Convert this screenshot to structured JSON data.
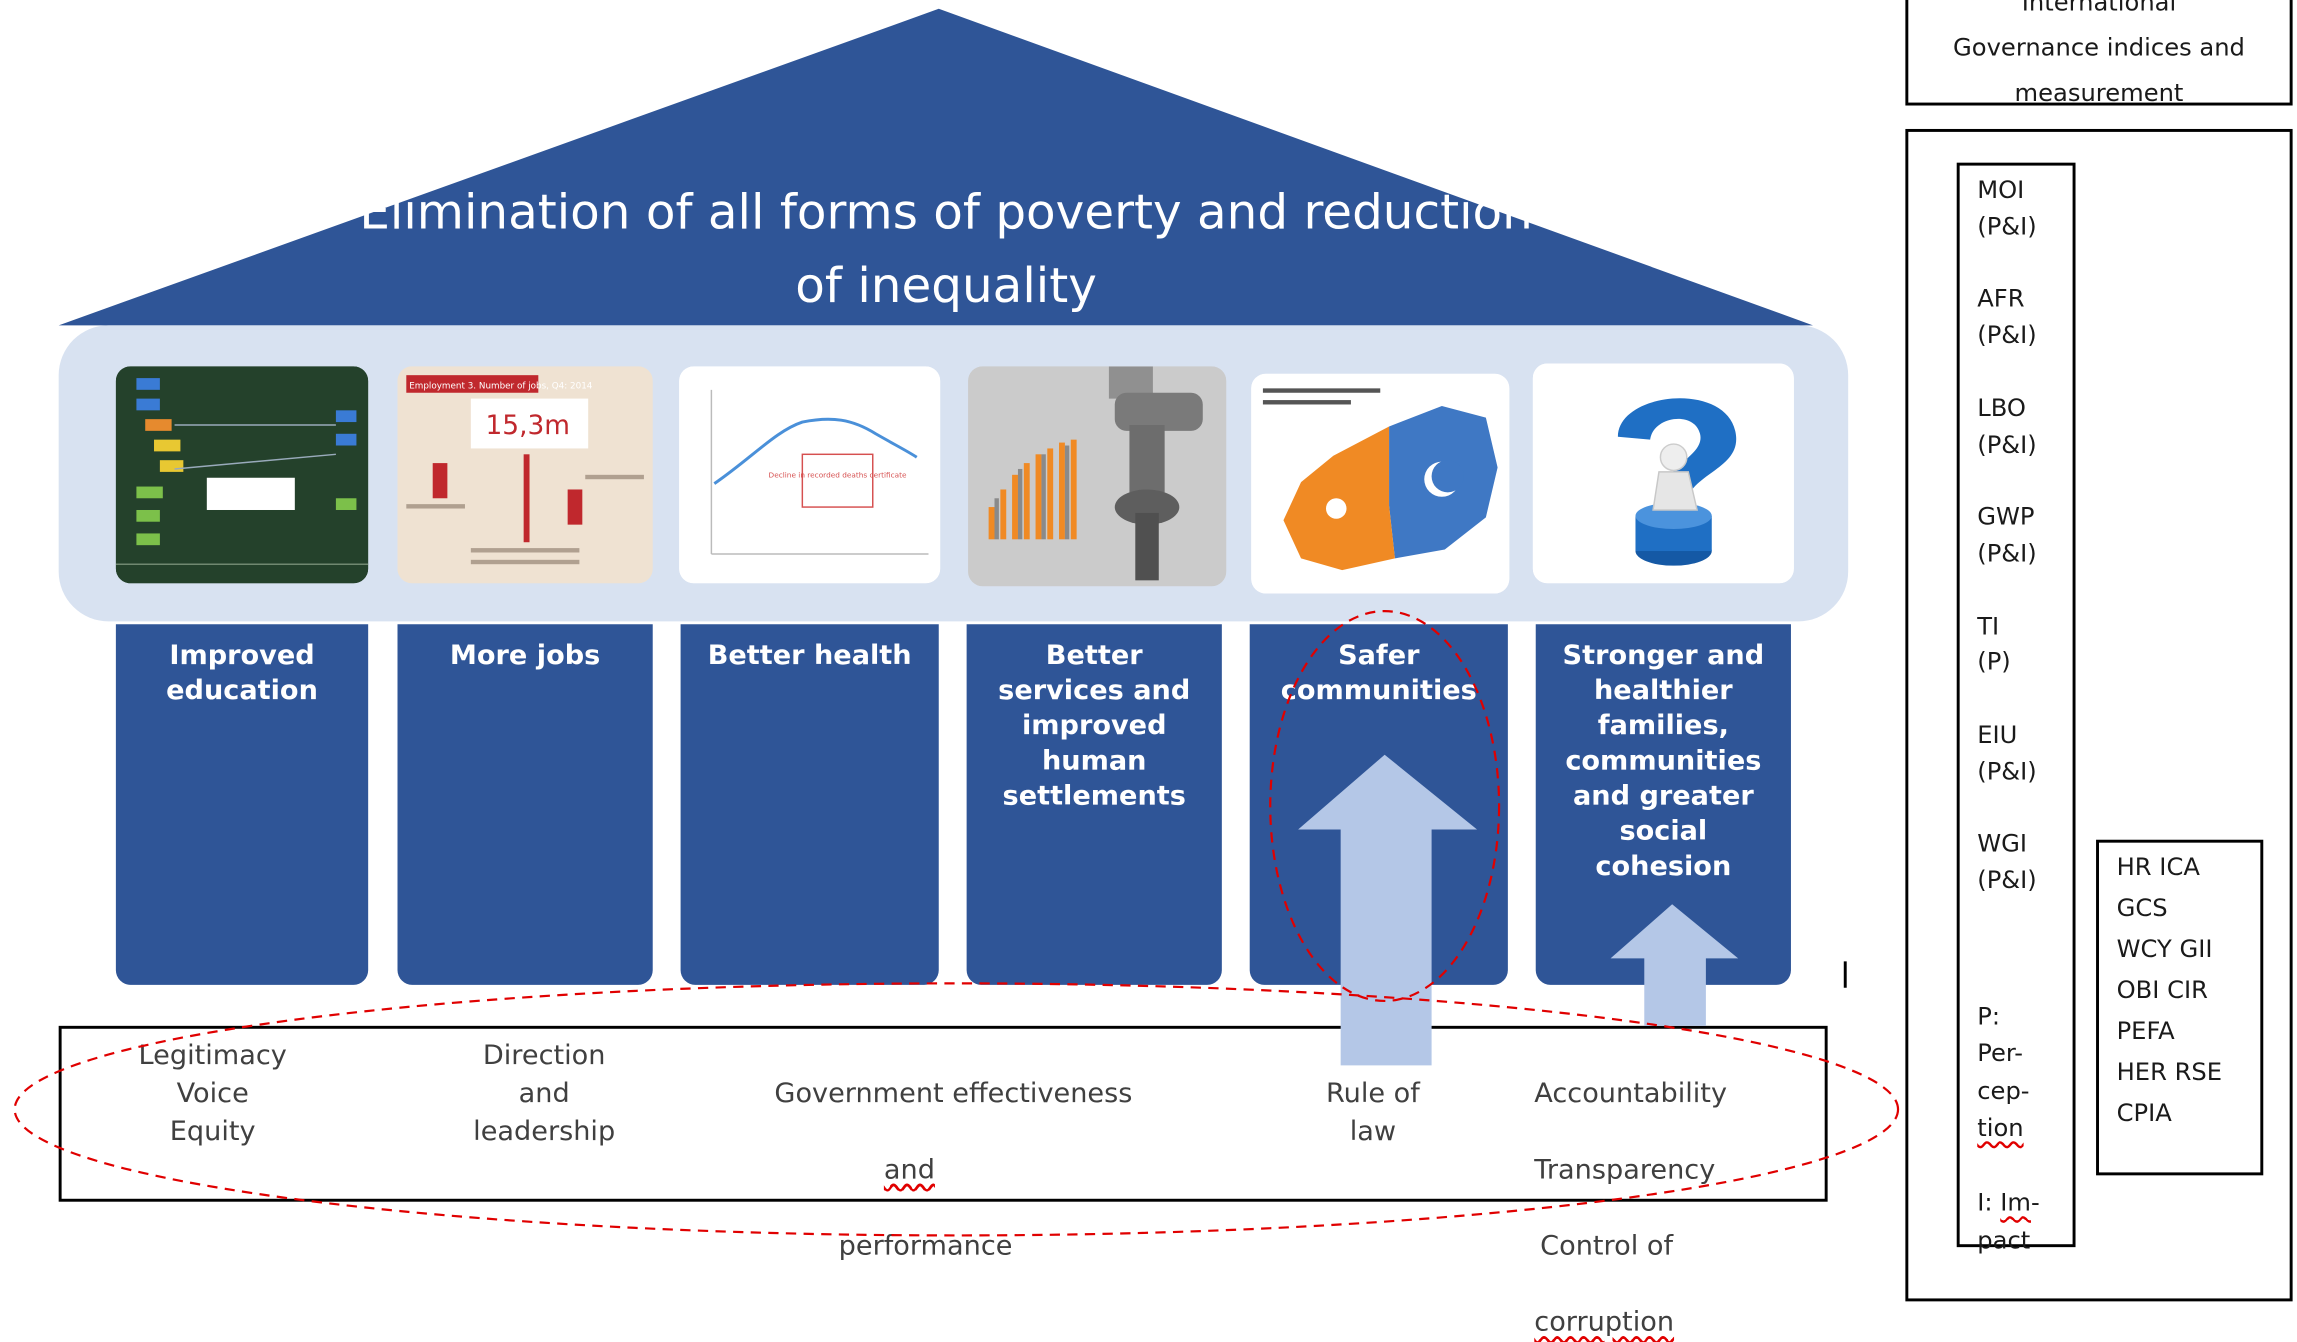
{
  "roof_title": "Elimination of all forms of poverty and reduction of inequality",
  "pillars": [
    {
      "label": "Improved\neducation"
    },
    {
      "label": "More jobs"
    },
    {
      "label": "Better health"
    },
    {
      "label": "Better\nservices and\nimproved\nhuman\nsettlements"
    },
    {
      "label": "Safer\ncommunities"
    },
    {
      "label": "Stronger and\nhealthier\nfamilies,\ncommunities\nand greater\nsocial\ncohesion"
    }
  ],
  "photos": [
    {
      "icon": "classroom-board-image"
    },
    {
      "icon": "jobs-infographic-image",
      "headline": "Employment 3. Number of jobs, Q4: 2014",
      "figure": "15,3m"
    },
    {
      "icon": "health-line-chart-image",
      "note": "Decline in recorded deaths certificate"
    },
    {
      "icon": "water-tap-bar-chart-image"
    },
    {
      "icon": "south-africa-map-image"
    },
    {
      "icon": "question-mark-figure-image"
    }
  ],
  "governance_base": {
    "col1": "Legitimacy\nVoice\nEquity",
    "col2": "Direction\nand\nleadership",
    "col3_line1": "Government effectiveness",
    "col3_line2": "and",
    "col3_line3": "performance",
    "col4": "Rule of\nlaw",
    "col5_line1": "Accountability",
    "col5_line2": "Transparency",
    "col5_line3": "Control of",
    "col5_line4": "corruption"
  },
  "intl_box": {
    "text": "International\nGovernance indices and\nmeasurement"
  },
  "indices_col1": "MOI\n(P&I)\n\nAFR\n(P&I)\n\nLBO\n(P&I)\n\nGWP\n(P&I)\n\nTI\n(P)\n\nEIU\n(P&I)\n\nWGI\n(P&I)",
  "legend_part1": "P:\nPer-\ncep-",
  "legend_word": "tion",
  "legend_part2": "I: ",
  "legend_word2": "Im",
  "legend_part3": "-\npact",
  "indices_col2": "HR ICA\nGCS\nWCY GII\nOBI CIR\nPEFA\nHER RSE\nCPIA",
  "colors": {
    "roof": "#2f5597",
    "band": "#d8e2f1",
    "arrow": "#b4c7e7",
    "ellipse": "#e00000"
  }
}
